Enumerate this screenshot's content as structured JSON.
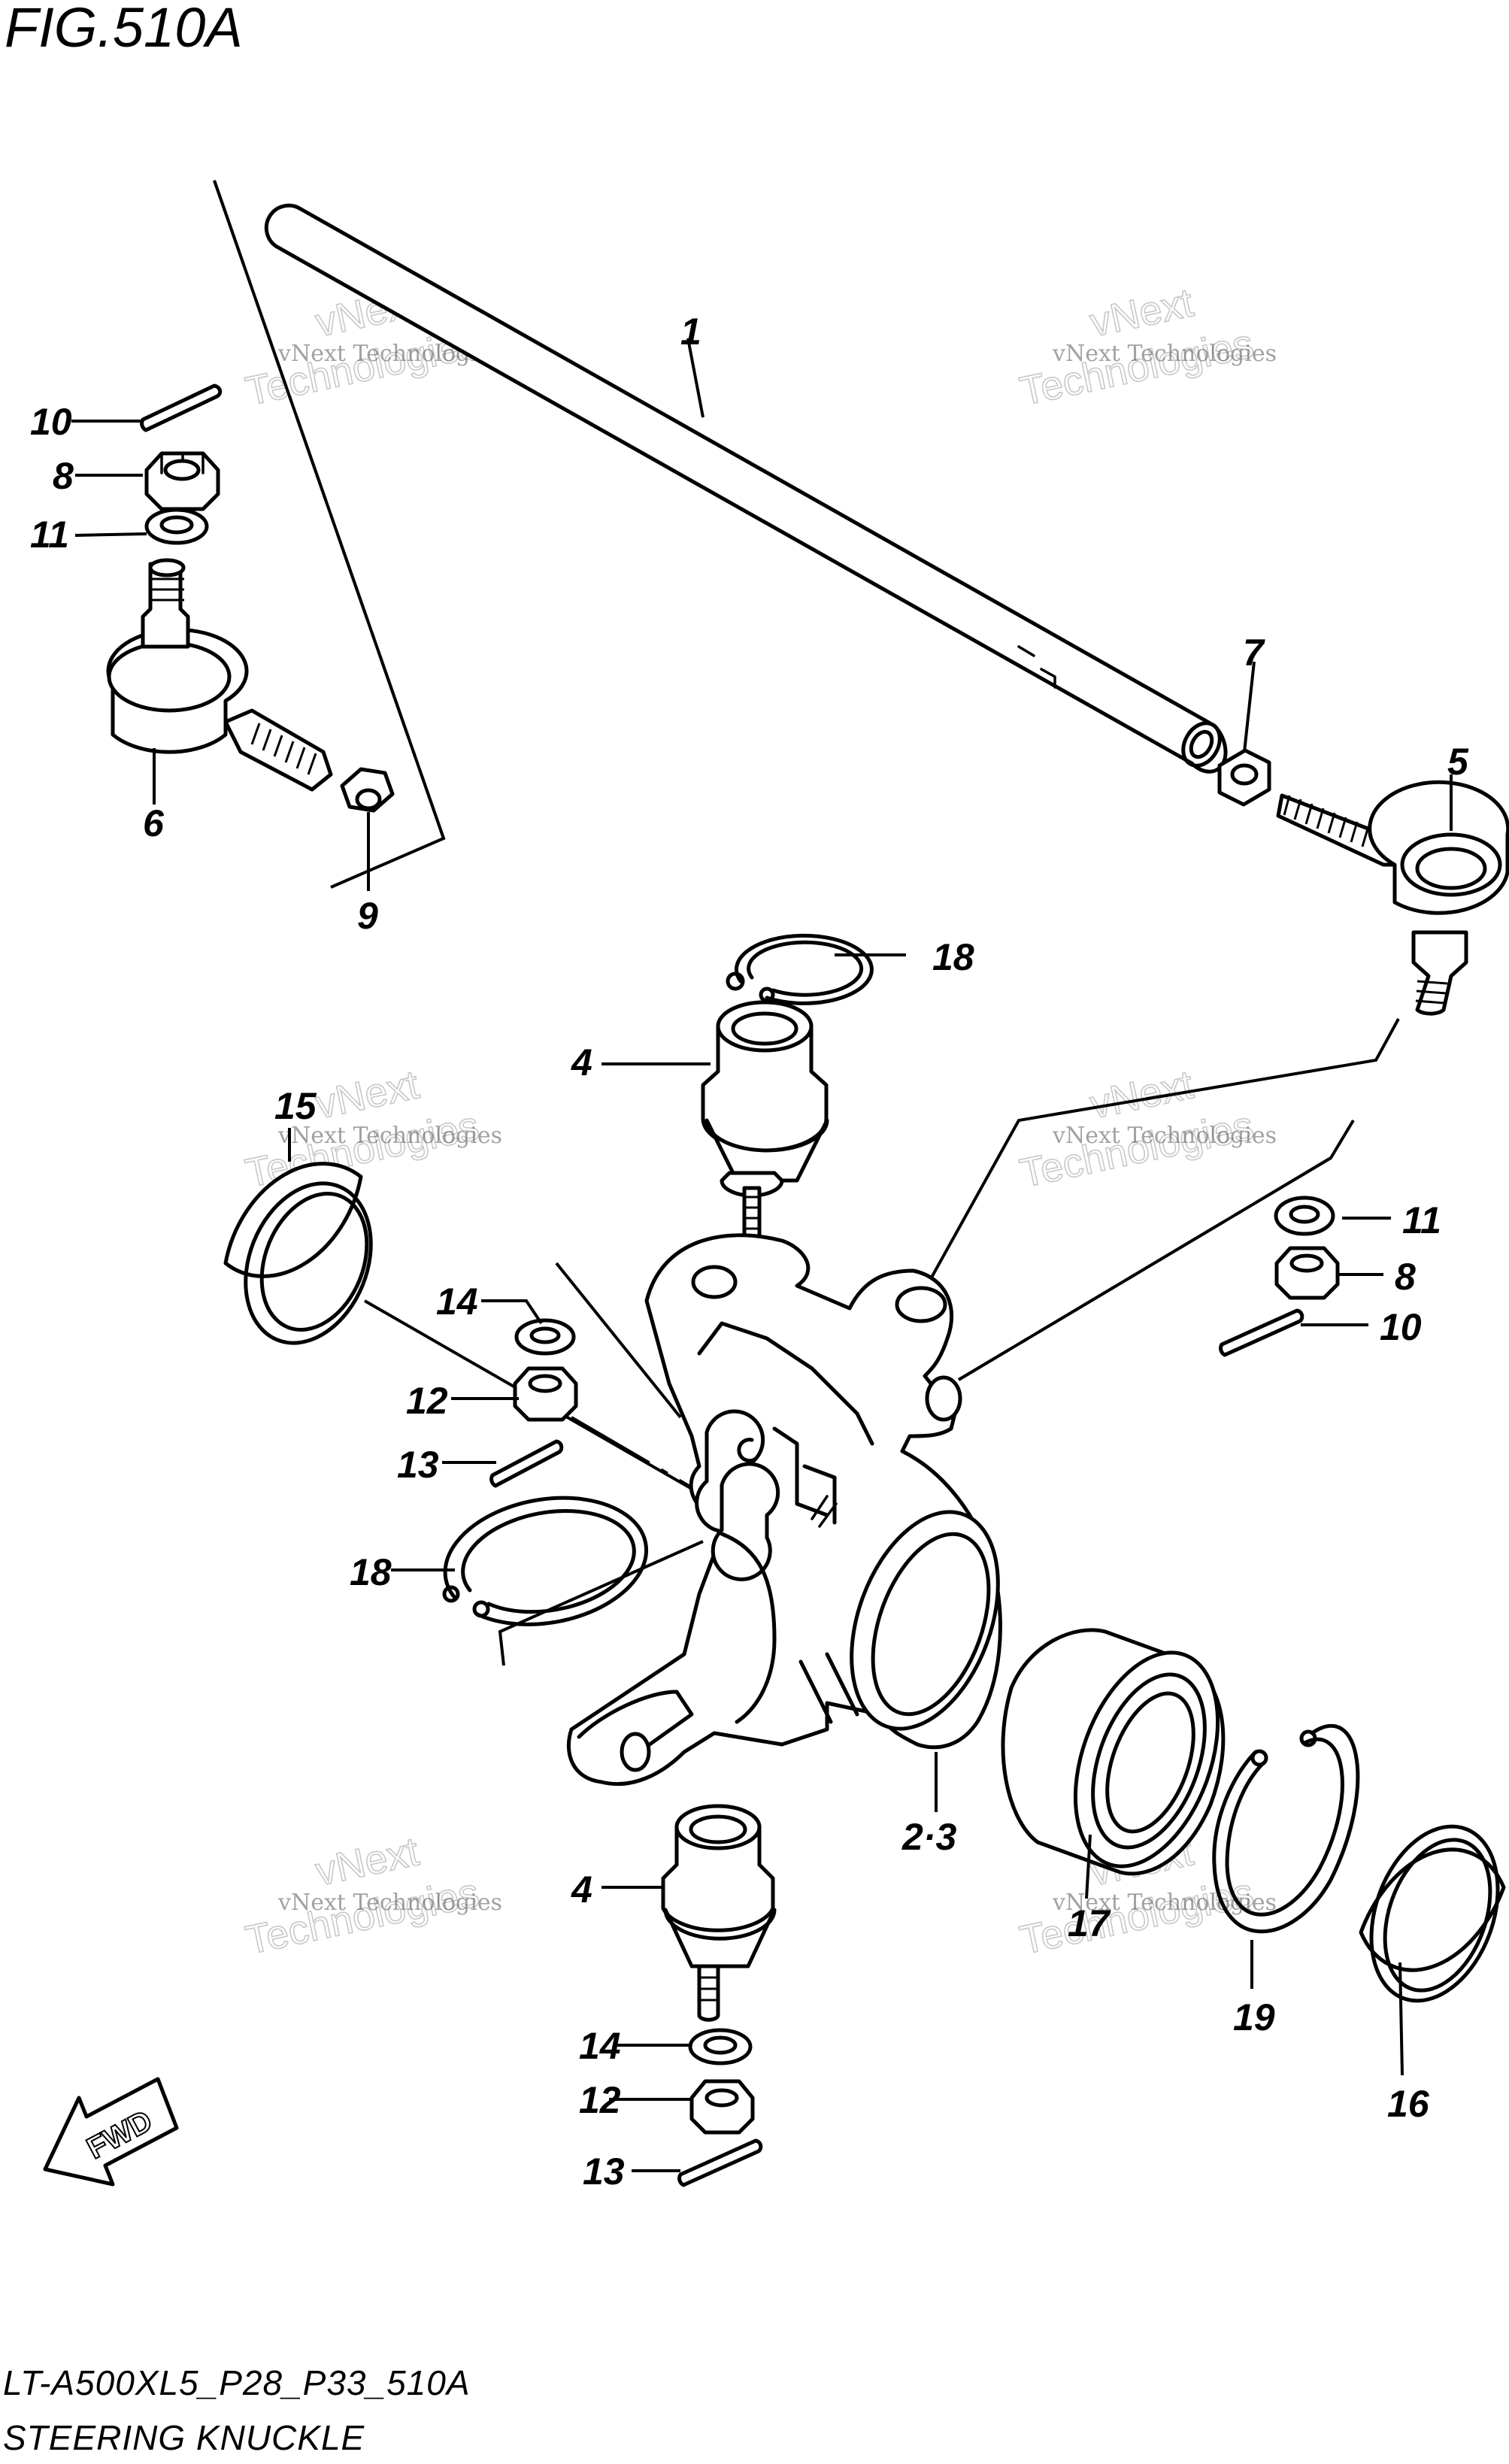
{
  "figure": {
    "title": "FIG.510A",
    "code": "LT-A500XL5_P28_P33_510A",
    "name": "STEERING KNUCKLE"
  },
  "watermark": {
    "small": "vNext Technologies",
    "large_top": "vNext",
    "large_bottom": "Technologies"
  },
  "fwd_label": "FWD",
  "labels": {
    "p1": "1",
    "p5": "5",
    "p6": "6",
    "p7": "7",
    "p9": "9",
    "p10a": "10",
    "p8a": "8",
    "p11a": "11",
    "p18a": "18",
    "p4a": "4",
    "p15": "15",
    "p11b": "11",
    "p8b": "8",
    "p10b": "10",
    "p14a": "14",
    "p12a": "12",
    "p13a": "13",
    "p18b": "18",
    "p23": "2·3",
    "p4b": "4",
    "p17": "17",
    "p19": "19",
    "p16": "16",
    "p14b": "14",
    "p12b": "12",
    "p13b": "13"
  }
}
